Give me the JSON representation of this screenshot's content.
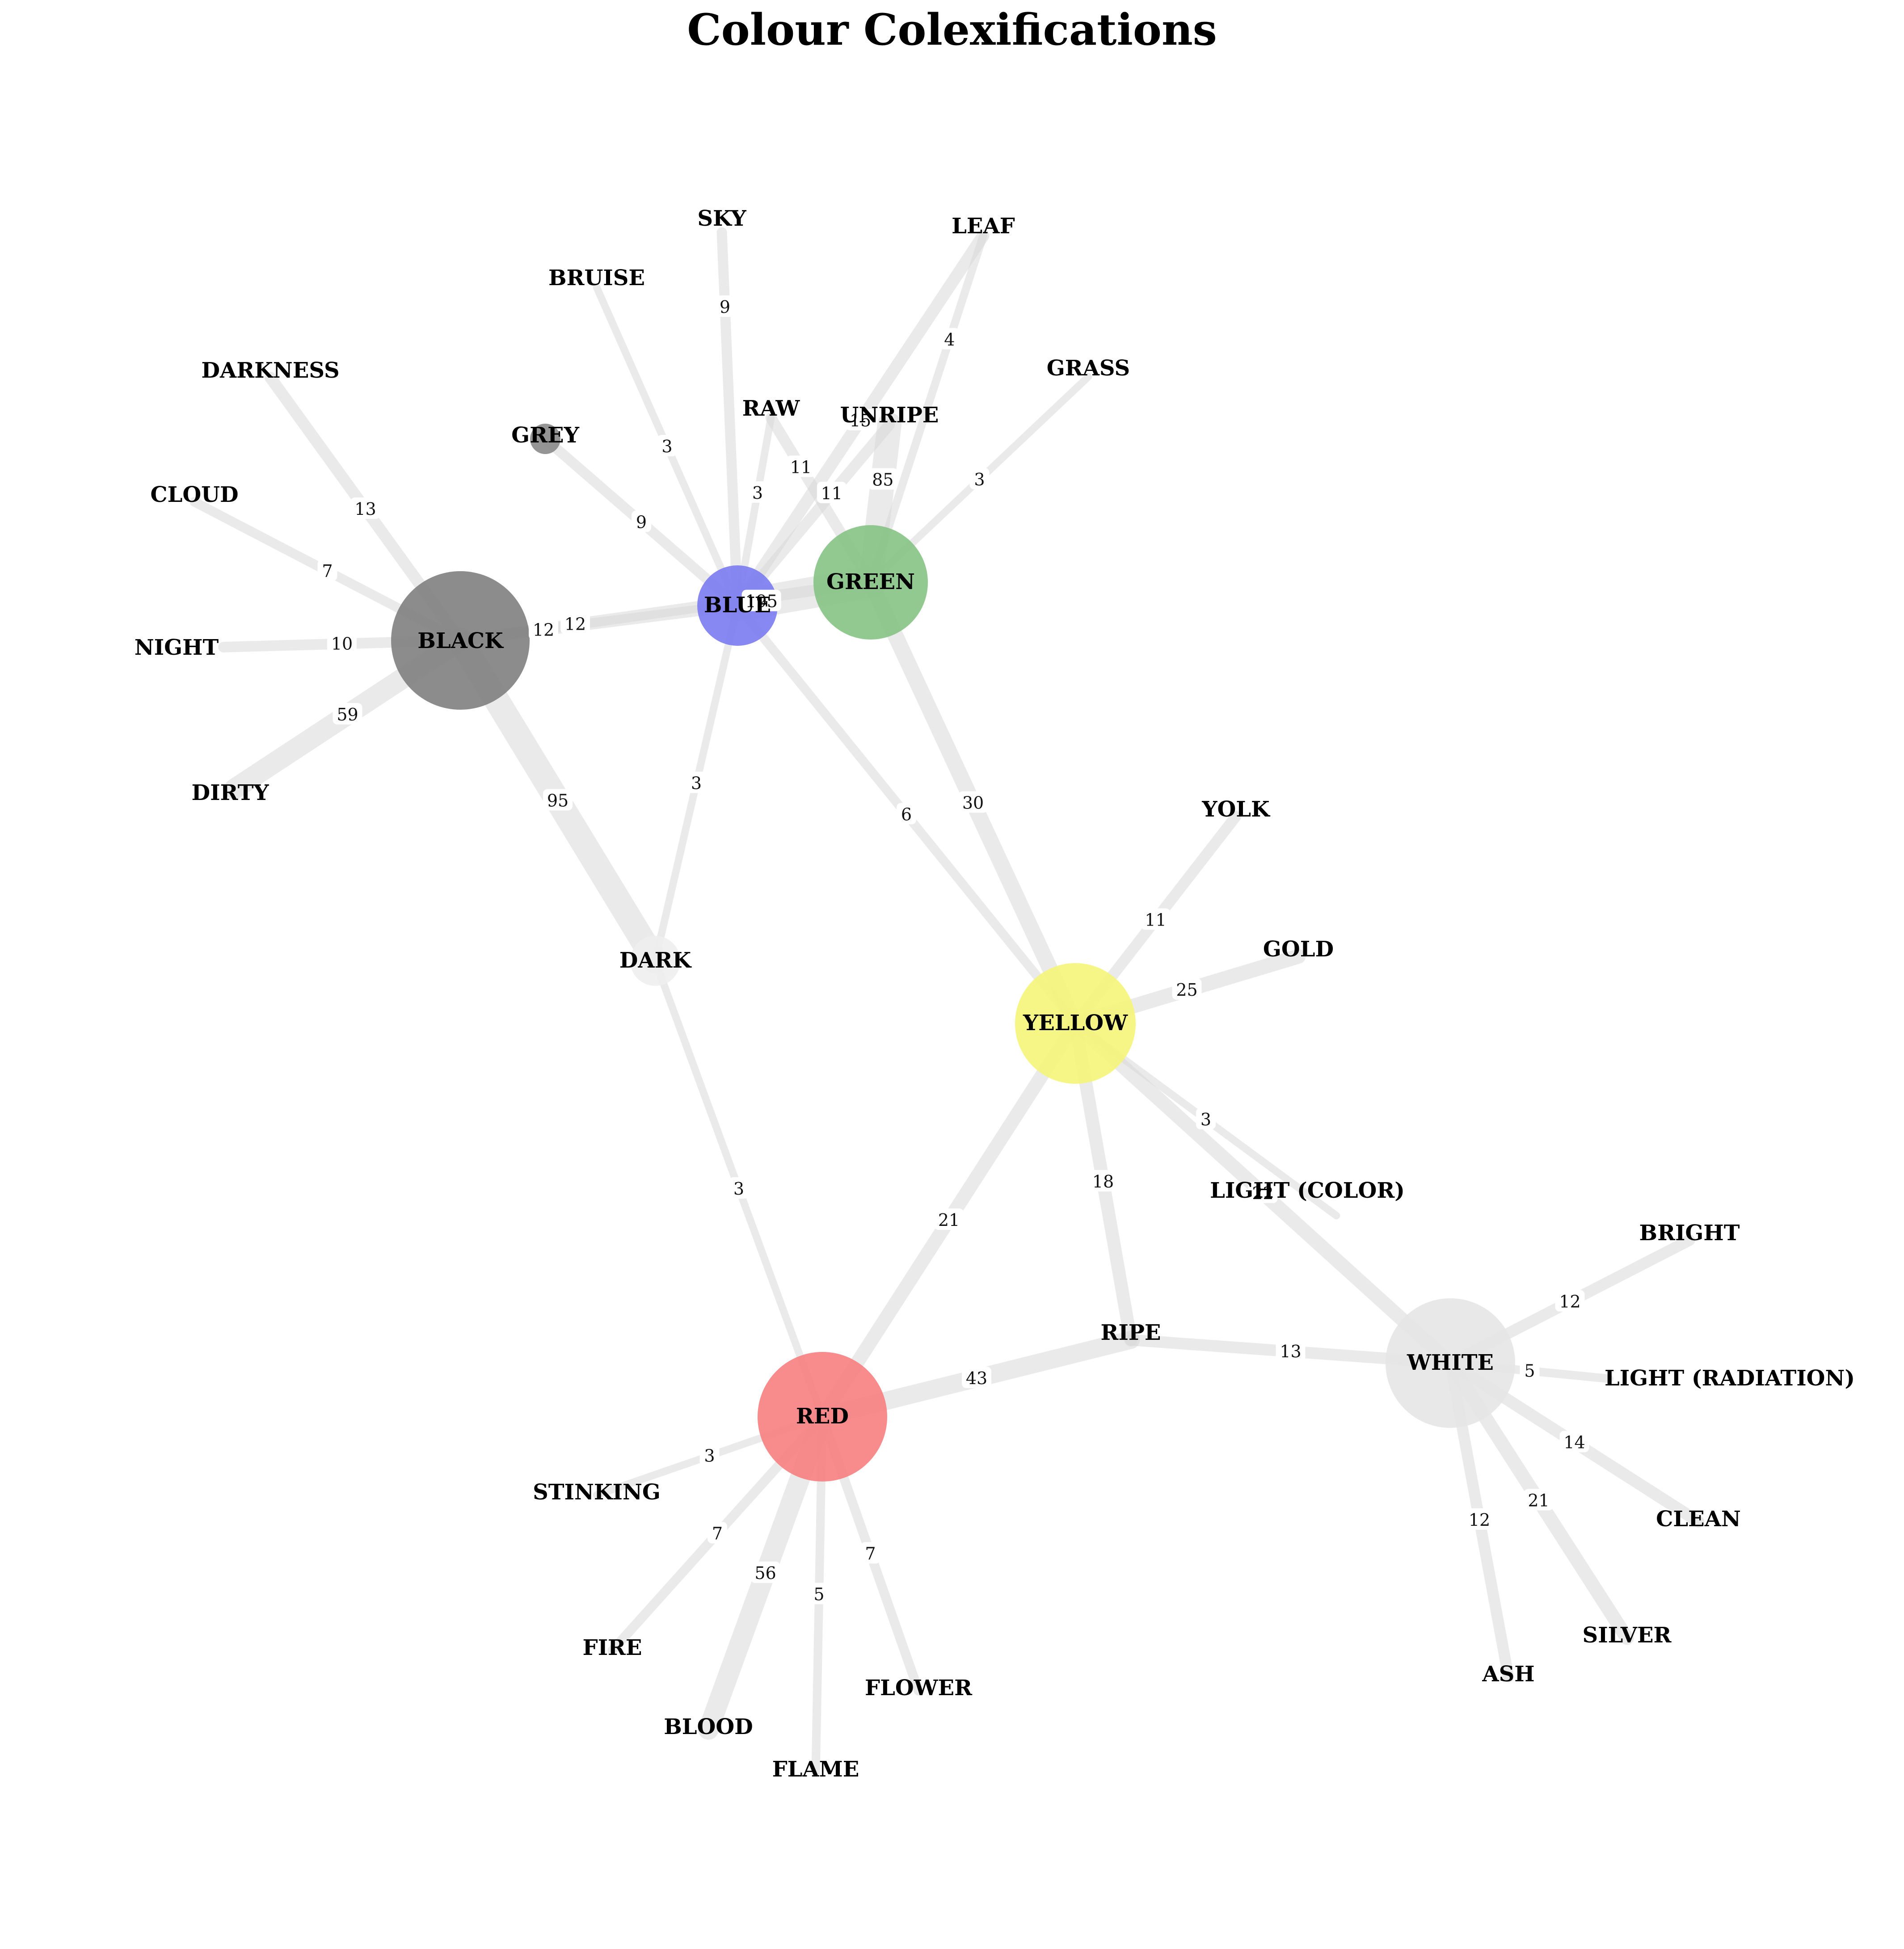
{
  "title": "Colour Colexifications",
  "colors": {
    "edge": "#d9d9d9",
    "BLACK": "#808080",
    "BLUE": "#7b7bf2",
    "GREEN": "#85c385",
    "YELLOW": "#f5f57a",
    "RED": "#f78080",
    "WHITE": "#e6e6e6",
    "GREY": "#8a8a8a",
    "DARK": "#eeeeee",
    "concept": "#eeeeee"
  },
  "nodes": [
    {
      "id": "BLACK",
      "label": "BLACK",
      "kind": "colour"
    },
    {
      "id": "BLUE",
      "label": "BLUE",
      "kind": "colour"
    },
    {
      "id": "GREEN",
      "label": "GREEN",
      "kind": "colour"
    },
    {
      "id": "YELLOW",
      "label": "YELLOW",
      "kind": "colour"
    },
    {
      "id": "RED",
      "label": "RED",
      "kind": "colour"
    },
    {
      "id": "WHITE",
      "label": "WHITE",
      "kind": "colour"
    },
    {
      "id": "GREY",
      "label": "GREY",
      "kind": "concept"
    },
    {
      "id": "DARK",
      "label": "DARK",
      "kind": "concept"
    },
    {
      "id": "SKY",
      "label": "SKY",
      "kind": "concept"
    },
    {
      "id": "BRUISE",
      "label": "BRUISE",
      "kind": "concept"
    },
    {
      "id": "LEAF",
      "label": "LEAF",
      "kind": "concept"
    },
    {
      "id": "GRASS",
      "label": "GRASS",
      "kind": "concept"
    },
    {
      "id": "RAW",
      "label": "RAW",
      "kind": "concept"
    },
    {
      "id": "UNRIPE",
      "label": "UNRIPE",
      "kind": "concept"
    },
    {
      "id": "DARKNESS",
      "label": "DARKNESS",
      "kind": "concept"
    },
    {
      "id": "CLOUD",
      "label": "CLOUD",
      "kind": "concept"
    },
    {
      "id": "NIGHT",
      "label": "NIGHT",
      "kind": "concept"
    },
    {
      "id": "DIRTY",
      "label": "DIRTY",
      "kind": "concept"
    },
    {
      "id": "YOLK",
      "label": "YOLK",
      "kind": "concept"
    },
    {
      "id": "GOLD",
      "label": "GOLD",
      "kind": "concept"
    },
    {
      "id": "LIGHTC",
      "label": "LIGHT (COLOR)",
      "kind": "concept"
    },
    {
      "id": "RIPE",
      "label": "RIPE",
      "kind": "concept"
    },
    {
      "id": "BRIGHT",
      "label": "BRIGHT",
      "kind": "concept"
    },
    {
      "id": "LIGHTR",
      "label": "LIGHT (RADIATION)",
      "kind": "concept"
    },
    {
      "id": "CLEAN",
      "label": "CLEAN",
      "kind": "concept"
    },
    {
      "id": "SILVER",
      "label": "SILVER",
      "kind": "concept"
    },
    {
      "id": "ASH",
      "label": "ASH",
      "kind": "concept"
    },
    {
      "id": "STINKING",
      "label": "STINKING",
      "kind": "concept"
    },
    {
      "id": "FIRE",
      "label": "FIRE",
      "kind": "concept"
    },
    {
      "id": "BLOOD",
      "label": "BLOOD",
      "kind": "concept"
    },
    {
      "id": "FLAME",
      "label": "FLAME",
      "kind": "concept"
    },
    {
      "id": "FLOWER",
      "label": "FLOWER",
      "kind": "concept"
    }
  ],
  "edges": [
    {
      "source": "BLUE",
      "target": "GREEN",
      "weight": 195
    },
    {
      "source": "BLACK",
      "target": "BLUE",
      "weight": 12
    },
    {
      "source": "BLACK",
      "target": "GREEN",
      "weight": 12
    },
    {
      "source": "BLACK",
      "target": "DARKNESS",
      "weight": 13
    },
    {
      "source": "BLACK",
      "target": "CLOUD",
      "weight": 7
    },
    {
      "source": "BLACK",
      "target": "NIGHT",
      "weight": 10
    },
    {
      "source": "BLACK",
      "target": "DIRTY",
      "weight": 59
    },
    {
      "source": "BLACK",
      "target": "DARK",
      "weight": 95
    },
    {
      "source": "BLUE",
      "target": "GREY",
      "weight": 9
    },
    {
      "source": "BLUE",
      "target": "BRUISE",
      "weight": 3
    },
    {
      "source": "BLUE",
      "target": "SKY",
      "weight": 9
    },
    {
      "source": "BLUE",
      "target": "RAW",
      "weight": 3
    },
    {
      "source": "BLUE",
      "target": "UNRIPE",
      "weight": 11
    },
    {
      "source": "BLUE",
      "target": "LEAF",
      "weight": 15
    },
    {
      "source": "BLUE",
      "target": "DARK",
      "weight": 3
    },
    {
      "source": "BLUE",
      "target": "YELLOW",
      "weight": 6
    },
    {
      "source": "GREEN",
      "target": "UNRIPE",
      "weight": 85
    },
    {
      "source": "GREEN",
      "target": "LEAF",
      "weight": 4
    },
    {
      "source": "GREEN",
      "target": "GRASS",
      "weight": 3
    },
    {
      "source": "GREEN",
      "target": "RAW",
      "weight": 11
    },
    {
      "source": "GREEN",
      "target": "YELLOW",
      "weight": 30
    },
    {
      "source": "YELLOW",
      "target": "YOLK",
      "weight": 11
    },
    {
      "source": "YELLOW",
      "target": "GOLD",
      "weight": 25
    },
    {
      "source": "YELLOW",
      "target": "LIGHTC",
      "weight": 3
    },
    {
      "source": "YELLOW",
      "target": "RIPE",
      "weight": 18
    },
    {
      "source": "YELLOW",
      "target": "RED",
      "weight": 21
    },
    {
      "source": "YELLOW",
      "target": "WHITE",
      "weight": 22
    },
    {
      "source": "DARK",
      "target": "RED",
      "weight": 3
    },
    {
      "source": "RED",
      "target": "RIPE",
      "weight": 43
    },
    {
      "source": "RIPE",
      "target": "WHITE",
      "weight": 13
    },
    {
      "source": "RED",
      "target": "STINKING",
      "weight": 3
    },
    {
      "source": "RED",
      "target": "FIRE",
      "weight": 7
    },
    {
      "source": "RED",
      "target": "BLOOD",
      "weight": 56
    },
    {
      "source": "RED",
      "target": "FLAME",
      "weight": 5
    },
    {
      "source": "RED",
      "target": "FLOWER",
      "weight": 7
    },
    {
      "source": "WHITE",
      "target": "BRIGHT",
      "weight": 12
    },
    {
      "source": "WHITE",
      "target": "LIGHTR",
      "weight": 5
    },
    {
      "source": "WHITE",
      "target": "CLEAN",
      "weight": 14
    },
    {
      "source": "WHITE",
      "target": "SILVER",
      "weight": 21
    },
    {
      "source": "WHITE",
      "target": "ASH",
      "weight": 12
    }
  ]
}
